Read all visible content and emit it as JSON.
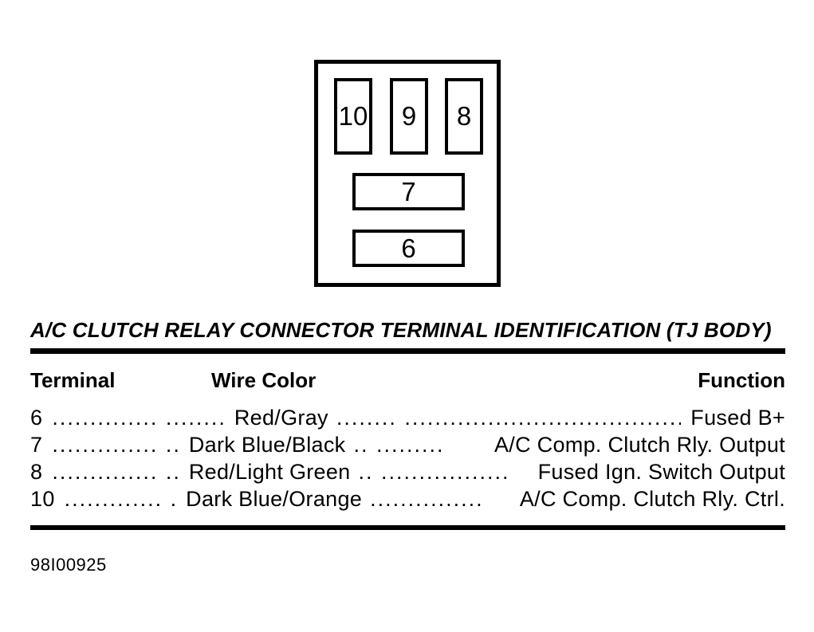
{
  "title": "A/C CLUTCH RELAY CONNECTOR TERMINAL IDENTIFICATION (TJ BODY)",
  "figure_code": "98I00925",
  "connector": {
    "top_pins": [
      "10",
      "9",
      "8"
    ],
    "middle_pin": "7",
    "bottom_pin": "6"
  },
  "table": {
    "headers": {
      "terminal": "Terminal",
      "wire_color": "Wire Color",
      "function": "Function"
    },
    "rows": [
      {
        "terminal": "6",
        "dots1": ".............. ........",
        "wire_color": "Red/Gray",
        "dots2": "........ ........................................",
        "function": "Fused B+"
      },
      {
        "terminal": "7",
        "dots1": ".............. ..",
        "wire_color": "Dark Blue/Black",
        "dots2": ".. .........",
        "function": "A/C Comp. Clutch Rly. Output"
      },
      {
        "terminal": "8",
        "dots1": ".............. ..",
        "wire_color": "Red/Light Green",
        "dots2": ".. .................",
        "function": "Fused Ign. Switch Output"
      },
      {
        "terminal": "10",
        "dots1": "............. .",
        "wire_color": "Dark Blue/Orange",
        "dots2": "...............",
        "function": "A/C Comp. Clutch Rly. Ctrl."
      }
    ]
  },
  "colors": {
    "ink": "#000000",
    "paper": "#ffffff"
  }
}
